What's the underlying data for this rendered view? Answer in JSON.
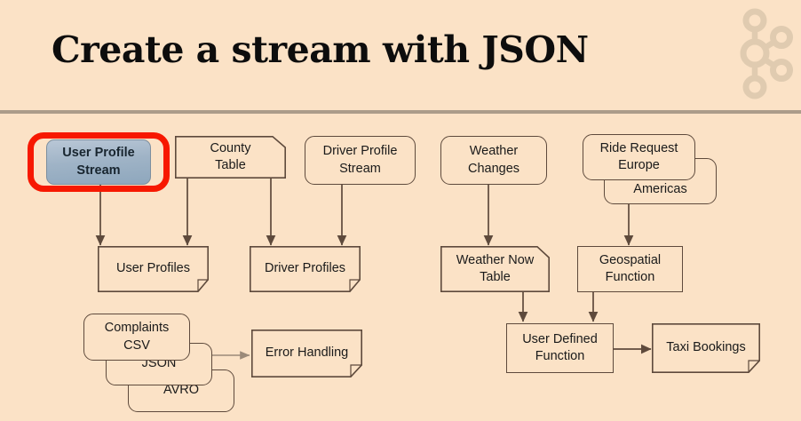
{
  "slide": {
    "title": "Create a stream with JSON",
    "background_color": "#fbe2c6",
    "rule_color": "#ab9c8a",
    "logo_name": "apache-kafka-logo",
    "highlight_color": "#f71800"
  },
  "diagram": {
    "type": "flow-diagram",
    "nodes": [
      {
        "id": "user-profile-stream",
        "label": "User Profile\nStream",
        "shape": "rounded",
        "highlighted": true,
        "fill": "#9fb3c6"
      },
      {
        "id": "county-table",
        "label": "County\nTable",
        "shape": "clipped-top-right",
        "highlighted": false
      },
      {
        "id": "driver-profile-stream",
        "label": "Driver Profile\nStream",
        "shape": "rounded",
        "highlighted": false
      },
      {
        "id": "weather-changes",
        "label": "Weather\nChanges",
        "shape": "rounded",
        "highlighted": false
      },
      {
        "id": "ride-request-europe",
        "label": "Ride Request\nEurope",
        "shape": "rounded",
        "highlighted": false
      },
      {
        "id": "ride-request-americas",
        "label": "Americas",
        "shape": "rounded",
        "highlighted": false
      },
      {
        "id": "user-profiles",
        "label": "User Profiles",
        "shape": "folded-bottom-right",
        "highlighted": false
      },
      {
        "id": "driver-profiles",
        "label": "Driver Profiles",
        "shape": "folded-bottom-right",
        "highlighted": false
      },
      {
        "id": "weather-now-table",
        "label": "Weather Now\nTable",
        "shape": "clipped-top-right",
        "highlighted": false
      },
      {
        "id": "geospatial-function",
        "label": "Geospatial\nFunction",
        "shape": "rectangle",
        "highlighted": false
      },
      {
        "id": "complaints-csv",
        "label": "Complaints\nCSV",
        "shape": "rounded",
        "highlighted": false
      },
      {
        "id": "complaints-json",
        "label": "JSON",
        "shape": "rounded",
        "highlighted": false
      },
      {
        "id": "complaints-avro",
        "label": "AVRO",
        "shape": "rounded",
        "highlighted": false
      },
      {
        "id": "error-handling",
        "label": "Error Handling",
        "shape": "folded-bottom-right",
        "highlighted": false
      },
      {
        "id": "user-defined-function",
        "label": "User Defined\nFunction",
        "shape": "rectangle",
        "highlighted": false
      },
      {
        "id": "taxi-bookings",
        "label": "Taxi Bookings",
        "shape": "folded-bottom-right",
        "highlighted": false
      }
    ],
    "edges": [
      {
        "from": "user-profile-stream",
        "to": "user-profiles"
      },
      {
        "from": "county-table",
        "to": "user-profiles"
      },
      {
        "from": "county-table",
        "to": "driver-profiles"
      },
      {
        "from": "driver-profile-stream",
        "to": "driver-profiles"
      },
      {
        "from": "weather-changes",
        "to": "weather-now-table"
      },
      {
        "from": "ride-request-americas",
        "to": "geospatial-function"
      },
      {
        "from": "weather-now-table",
        "to": "user-defined-function"
      },
      {
        "from": "geospatial-function",
        "to": "user-defined-function"
      },
      {
        "from": "complaints-json",
        "to": "error-handling"
      },
      {
        "from": "user-defined-function",
        "to": "taxi-bookings"
      }
    ]
  }
}
